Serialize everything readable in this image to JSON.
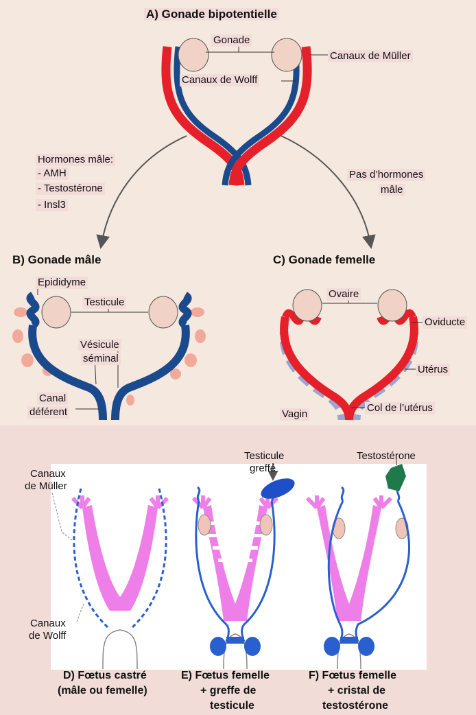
{
  "panel_a": {
    "title": "A)  Gonade bipotentielle",
    "gonade": "Gonade",
    "muller": "Canaux de Müller",
    "wolff": "Canaux de Wolff"
  },
  "arrows": {
    "male_hormones_title": "Hormones mâle:",
    "male_hormones": [
      "- AMH",
      "- Testostérone",
      "- Insl3"
    ],
    "no_hormones_1": "Pas d’hormones",
    "no_hormones_2": "mâle"
  },
  "panel_b": {
    "title": "B)  Gonade mâle",
    "epididyme": "Epididyme",
    "testicule": "Testicule",
    "vesicule_1": "Vésicule",
    "vesicule_2": "séminal",
    "canal_1": "Canal",
    "canal_2": "déférent"
  },
  "panel_c": {
    "title": "C) Gonade femelle",
    "ovaire": "Ovaire",
    "oviducte": "Oviducte",
    "uterus": "Utérus",
    "col": "Col de l’utérus",
    "vagin": "Vagin"
  },
  "bottom": {
    "testicule_greffe_1": "Testicule",
    "testicule_greffe_2": "greffé",
    "testosterone": "Testostérone",
    "muller_1": "Canaux",
    "muller_2": "de Müller",
    "wolff_1": "Canaux",
    "wolff_2": "de Wolff",
    "d_1": "D) Fœtus castré",
    "d_2": "(mâle ou femelle)",
    "e_1": "E) Fœtus femelle",
    "e_2": "+ greffe de",
    "e_3": "testicule",
    "f_1": "F) Fœtus femelle",
    "f_2": "+ cristal de",
    "f_3": "testostérone"
  },
  "colors": {
    "red_duct": "#e5202a",
    "blue_duct": "#1a4a8c",
    "gonad": "#f0d2c6",
    "pink_muller": "#ee7fe8",
    "blue_wolff": "#2a5fd0",
    "crystal": "#1e7a4a"
  }
}
